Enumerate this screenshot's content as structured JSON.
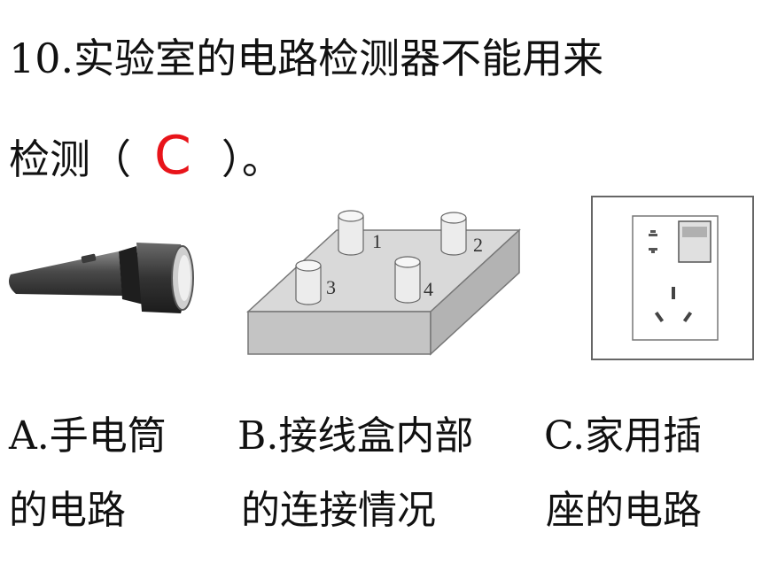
{
  "question": {
    "line1": "10.实验室的电路检测器不能用来",
    "line2_prefix": "检测（",
    "answer": "C",
    "line2_suffix": "）。"
  },
  "figures": {
    "terminal_labels": [
      "1",
      "2",
      "3",
      "4"
    ]
  },
  "options": {
    "a_line1": "A.手电筒",
    "a_line2": "的电路",
    "b_line1": "B.接线盒内部",
    "b_line2": "的连接情况",
    "c_line1": "C.家用插",
    "c_line2": "座的电路"
  }
}
